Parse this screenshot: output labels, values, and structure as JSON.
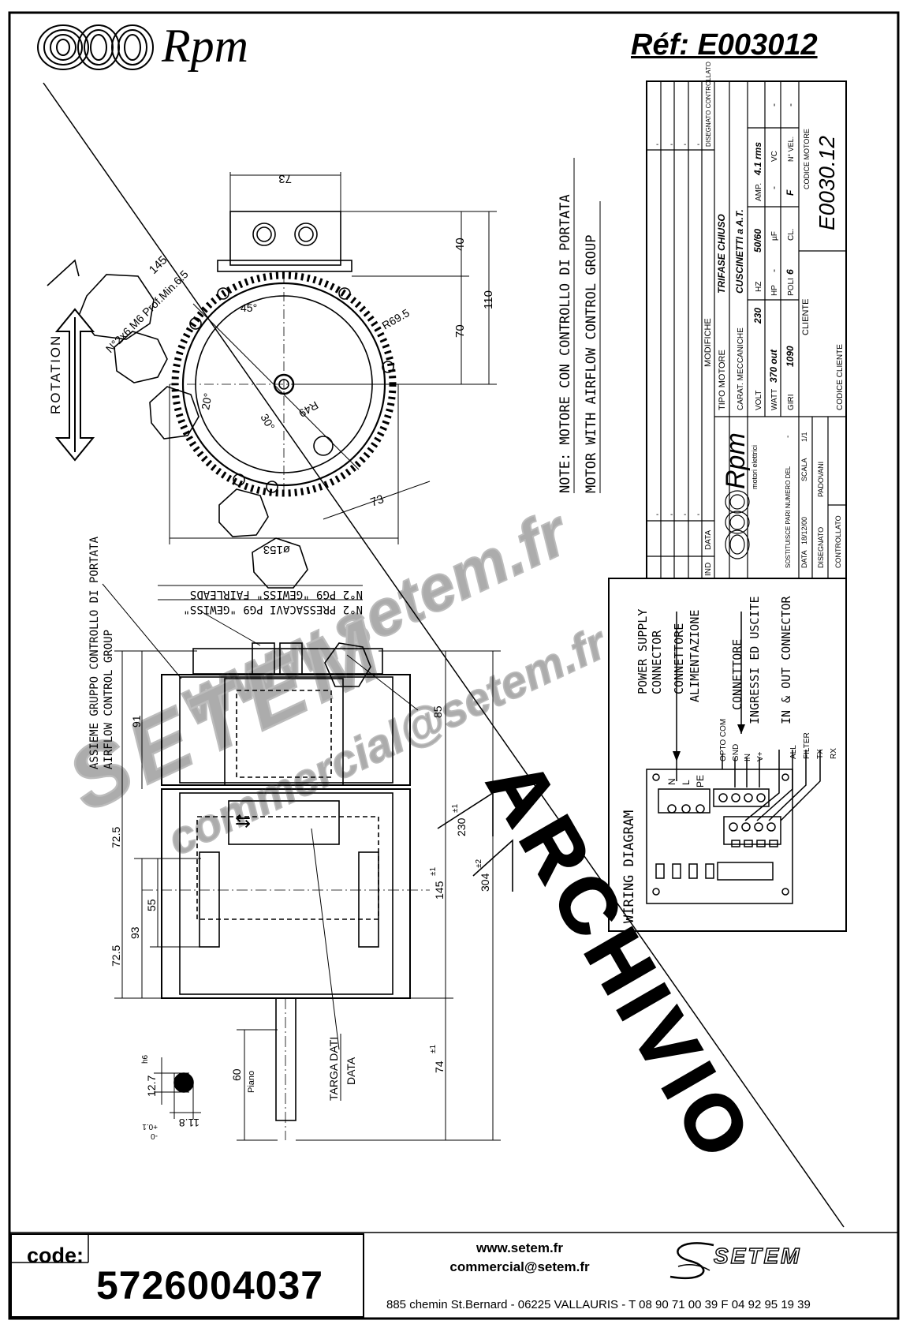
{
  "header": {
    "brand": "Rpm",
    "reference": "Réf:  E003012"
  },
  "front_view": {
    "dim_73_top": "73",
    "dim_40": "40",
    "dim_110": "110",
    "dim_70": "70",
    "dim_145": "145",
    "holes": "N°2x6 M6 Prof.Min.6.5",
    "angle_45": "45°",
    "r695": "R69.5",
    "r49": "R49",
    "angle_20": "20°",
    "angle_30": "30°",
    "dim_73_bottom": "73",
    "dia_153": "ø153",
    "rotation": "ROTATION"
  },
  "note": {
    "line1": "NOTE: MOTORE CON CONTROLLO DI PORTATA",
    "line2": "MOTOR WITH AIRFLOW CONTROL GROUP"
  },
  "side_view": {
    "cable_it": "N°2 PRESSACAVI PG9 \"GEWISS\"",
    "cable_en": "N°2 PG9 \"GEWISS\" FAIRLEADS",
    "group_it": "ASSIEME GRUPPO CONTROLLO  DI PORTATA",
    "group_en": "AIRFLOW CONTROL GROUP",
    "dim_91": "91",
    "dim_85": "85",
    "dim_725a": "72.5",
    "dim_725b": "72.5",
    "dim_55": "55",
    "dim_93": "93",
    "dim_145": "145",
    "tol_145": "±1",
    "dim_230": "230",
    "tol_230": "±1",
    "dim_304": "304",
    "tol_304": "±2",
    "dim_74": "74",
    "tol_74": "±1",
    "dim_60": "60",
    "piano": "Piano",
    "dim_127": "12.7",
    "tol_127": "h6",
    "dim_118": "11.8",
    "tol_118": "+0.1",
    "tol_118b": "-0",
    "targa_it": "TARGA DATI",
    "targa_en": "DATA",
    "archivio": "ARCHIVIO"
  },
  "title_block": {
    "modifiche": "MODIFICHE",
    "ind": "IND",
    "data": "DATA",
    "disegnato_controllato": "DISEGNATO CONTROLLATO",
    "tipo_motore_label": "TIPO MOTORE",
    "tipo_motore": "TRIFASE CHIUSO",
    "carat_label": "CARAT. MECCANICHE",
    "carat": "CUSCINETTI a A.T.",
    "volt_label": "VOLT",
    "volt": "230",
    "hz_label": "HZ",
    "hz": "50/60",
    "amp_label": "AMP.",
    "amp": "4.1 rms",
    "watt_label": "WATT",
    "watt": "370 out",
    "hp_label": "HP",
    "hp": "-",
    "uf_label": "µF",
    "uf": "-",
    "vc_label": "VC",
    "vc": "-",
    "giri_label": "GIRI",
    "giri": "1090",
    "poli_label": "POLI",
    "poli": "6",
    "cl_label": "CL.",
    "cl": "F",
    "nvel_label": "N° VEL.",
    "nvel": "-",
    "cliente_label": "CLIENTE",
    "codice_motore_label": "CODICE MOTORE",
    "codice_motore": "E0030.12",
    "codice_cliente_label": "CODICE CLIENTE",
    "logo_word": "Rpm",
    "logo_sub": "motori elettrici",
    "sostituisce": "SOSTITUISCE PARI NUMERO DEL",
    "sostituisce_val": "-",
    "data_label": "DATA",
    "data_val": "18/12/00",
    "scala_label": "SCALA",
    "scala_val": "1/1",
    "disegnato_label": "DISEGNATO",
    "disegnato_val": "PADOVANI",
    "controllato_label": "CONTROLLATO",
    "dash": "-"
  },
  "wiring": {
    "title": "WIRING DIAGRAM",
    "power_en1": "POWER SUPPLY",
    "power_en2": "CONNECTOR",
    "power_it1": "CONNETTORE",
    "power_it2": "ALIMENTAZIONE",
    "io_it1": "CONNETTORE",
    "io_it2": "INGRESSI ED USCITE",
    "io_en": "IN & OUT CONNECTOR",
    "term_n": "N",
    "term_l": "L",
    "term_pe": "PE",
    "t_opto": "OPTO COM",
    "t_gnd": "GND",
    "t_in": "IN",
    "t_vplus": "V+",
    "t_all": "ALL",
    "t_filter": "FILTER",
    "t_tx": "TX",
    "t_rx": "RX"
  },
  "watermark": {
    "web": "www.setem.fr",
    "name": "SETEM",
    "mail": "commercial@setem.fr"
  },
  "footer": {
    "code_label": "code:",
    "code": "5726004037",
    "website": "www.setem.fr",
    "email": "commercial@setem.fr",
    "address": "885 chemin St.Bernard  -  06225 VALLAURIS  -  T 08 90 71 00 39  F 04 92 95 19 39",
    "brand": "SETEM"
  }
}
